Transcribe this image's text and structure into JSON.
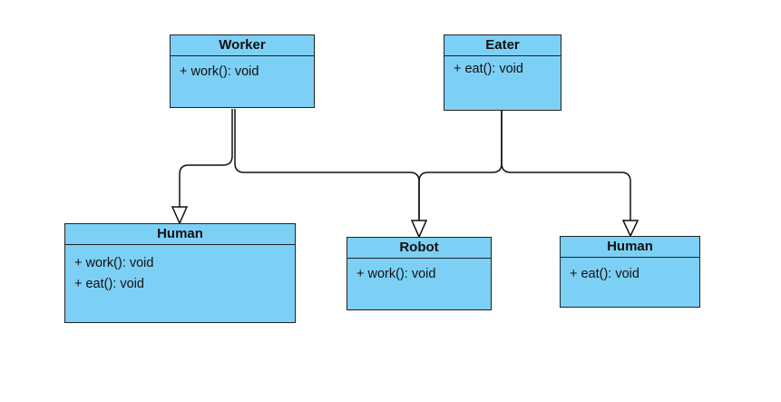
{
  "classes": {
    "worker": {
      "name": "Worker",
      "operations": [
        "+ work(): void"
      ]
    },
    "eater": {
      "name": "Eater",
      "operations": [
        "+ eat(): void"
      ]
    },
    "human_left": {
      "name": "Human",
      "operations": [
        "+ work(): void",
        "+ eat(): void"
      ]
    },
    "robot": {
      "name": "Robot",
      "operations": [
        "+ work(): void"
      ]
    },
    "human_right": {
      "name": "Human",
      "operations": [
        "+ eat(): void"
      ]
    }
  },
  "relationships": [
    {
      "type": "realization",
      "from": "Human",
      "to": "Worker"
    },
    {
      "type": "realization",
      "from": "Robot",
      "to": "Worker"
    },
    {
      "type": "realization",
      "from": "Robot",
      "to": "Eater"
    },
    {
      "type": "realization",
      "from": "Human",
      "to": "Eater"
    }
  ],
  "colors": {
    "class_fill": "#7dd0f5",
    "stroke": "#222222",
    "background": "#ffffff"
  }
}
